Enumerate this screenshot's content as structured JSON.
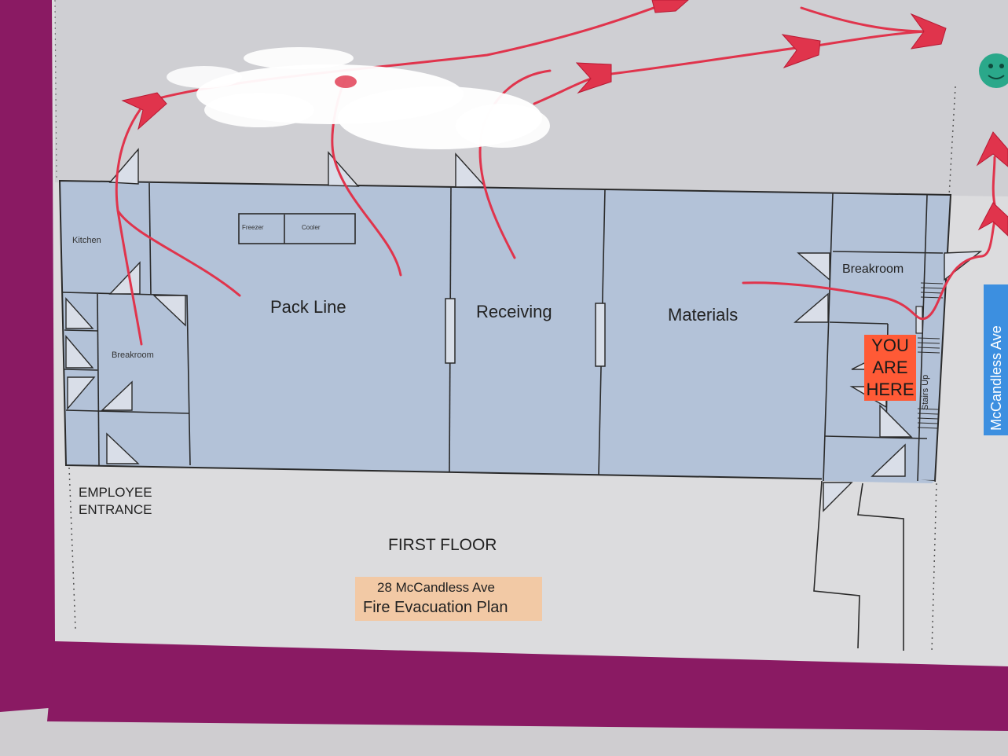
{
  "labels": {
    "kitchen": "Kitchen",
    "freezer": "Freezer",
    "cooler": "Cooler",
    "pack_line": "Pack Line",
    "receiving": "Receiving",
    "materials": "Materials",
    "breakroom_left": "Breakroom",
    "breakroom_right": "Breakroom",
    "you_are_here": [
      "YOU",
      "ARE",
      "HERE"
    ],
    "stairs_up": "Stairs Up",
    "street": "McCandless Ave",
    "employee_entrance": [
      "EMPLOYEE",
      "ENTRANCE"
    ],
    "floor": "FIRST FLOOR",
    "address": "28 McCandless Ave",
    "plan_title": "Fire Evacuation Plan"
  },
  "colors": {
    "poster_border": "#8a1a63",
    "paper": "#dcdcde",
    "room_fill": "#b3c2d8",
    "wall": "#2a2a2a",
    "route": "#e0344c",
    "you_are_here": "#ff5a36",
    "street": "#3c8fe0",
    "assembly_point": "#2aa88a",
    "title_bg": "#f2c9a5"
  },
  "icons": {
    "route_arrows": "chevron-arrow-icon",
    "assembly_point": "smiley-icon",
    "doors": "door-swing-icon"
  }
}
